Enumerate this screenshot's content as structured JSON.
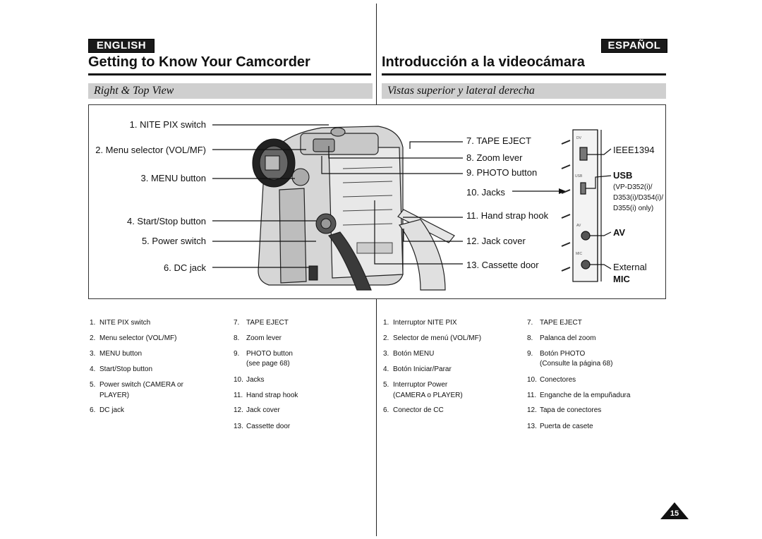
{
  "header": {
    "en_badge": "ENGLISH",
    "es_badge": "ESPAÑOL",
    "en_title": "Getting to Know Your Camcorder",
    "es_title": "Introducción a la videocámara",
    "en_section": "Right & Top View",
    "es_section": "Vistas superior y lateral derecha"
  },
  "figure": {
    "left_callouts": [
      "1. NITE PIX switch",
      "2. Menu selector (VOL/MF)",
      "3. MENU button",
      "4. Start/Stop button",
      "5. Power switch",
      "6. DC jack"
    ],
    "right_callouts": [
      "7. TAPE EJECT",
      "8. Zoom lever",
      "9. PHOTO button",
      "10. Jacks",
      "11. Hand strap hook",
      "12. Jack cover",
      "13. Cassette door"
    ],
    "jacks": {
      "ieee": "IEEE1394",
      "usb": "USB",
      "usb_note_1": "(VP-D352(i)/",
      "usb_note_2": "D353(i)/D354(i)/",
      "usb_note_3": "D355(i) only)",
      "av": "AV",
      "ext_1": "External",
      "ext_2": "MIC"
    },
    "panel_marks": [
      "DV",
      "USB",
      "AV",
      "MIC"
    ]
  },
  "legend_en_col1": [
    {
      "n": "1.",
      "t": "NITE PIX switch"
    },
    {
      "n": "2.",
      "t": "Menu selector (VOL/MF)"
    },
    {
      "n": "3.",
      "t": "MENU button"
    },
    {
      "n": "4.",
      "t": "Start/Stop button"
    },
    {
      "n": "5.",
      "t": "Power switch (CAMERA or"
    },
    {
      "n": "",
      "t": "PLAYER)"
    },
    {
      "n": "6.",
      "t": "DC jack"
    }
  ],
  "legend_en_col2": [
    {
      "n": "7.",
      "t": "TAPE EJECT"
    },
    {
      "n": "8.",
      "t": "Zoom lever"
    },
    {
      "n": "9.",
      "t": "PHOTO button"
    },
    {
      "n": "",
      "t": "(see page 68)"
    },
    {
      "n": "10.",
      "t": "Jacks"
    },
    {
      "n": "11.",
      "t": "Hand strap hook"
    },
    {
      "n": "12.",
      "t": "Jack cover"
    },
    {
      "n": "13.",
      "t": "Cassette door"
    }
  ],
  "legend_es_col1": [
    {
      "n": "1.",
      "t": "Interruptor NITE PIX"
    },
    {
      "n": "2.",
      "t": "Selector de menú (VOL/MF)"
    },
    {
      "n": "3.",
      "t": "Botón MENU"
    },
    {
      "n": "4.",
      "t": "Botón Iniciar/Parar"
    },
    {
      "n": "5.",
      "t": "Interruptor Power"
    },
    {
      "n": "",
      "t": "(CAMERA o PLAYER)"
    },
    {
      "n": "6.",
      "t": "Conector de CC"
    }
  ],
  "legend_es_col2": [
    {
      "n": "7.",
      "t": "TAPE EJECT"
    },
    {
      "n": "8.",
      "t": "Palanca del zoom"
    },
    {
      "n": "9.",
      "t": "Botón PHOTO"
    },
    {
      "n": "",
      "t": "(Consulte la página 68)"
    },
    {
      "n": "10.",
      "t": "Conectores"
    },
    {
      "n": "11.",
      "t": "Enganche de la empuñadura"
    },
    {
      "n": "12.",
      "t": "Tapa de conectores"
    },
    {
      "n": "13.",
      "t": "Puerta de casete"
    }
  ],
  "page_number": "15"
}
